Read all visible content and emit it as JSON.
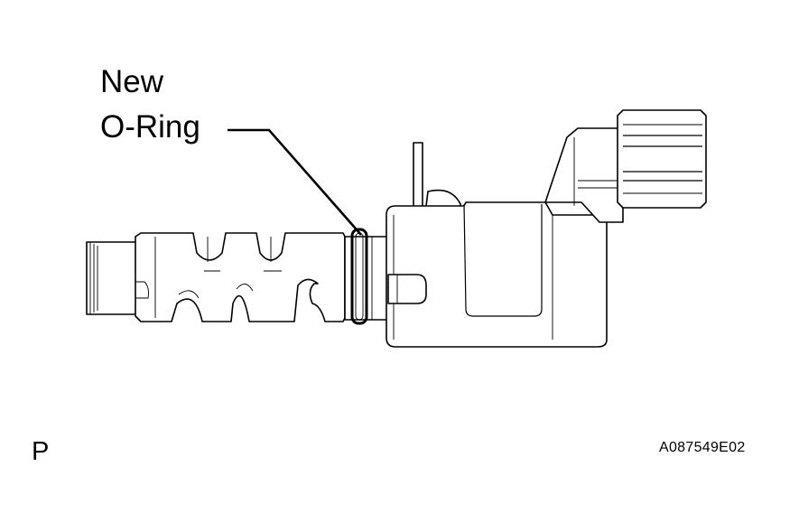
{
  "callout": {
    "line1": "New",
    "line2": "O-Ring"
  },
  "view_letter": "P",
  "figure_id": "A087549E02"
}
